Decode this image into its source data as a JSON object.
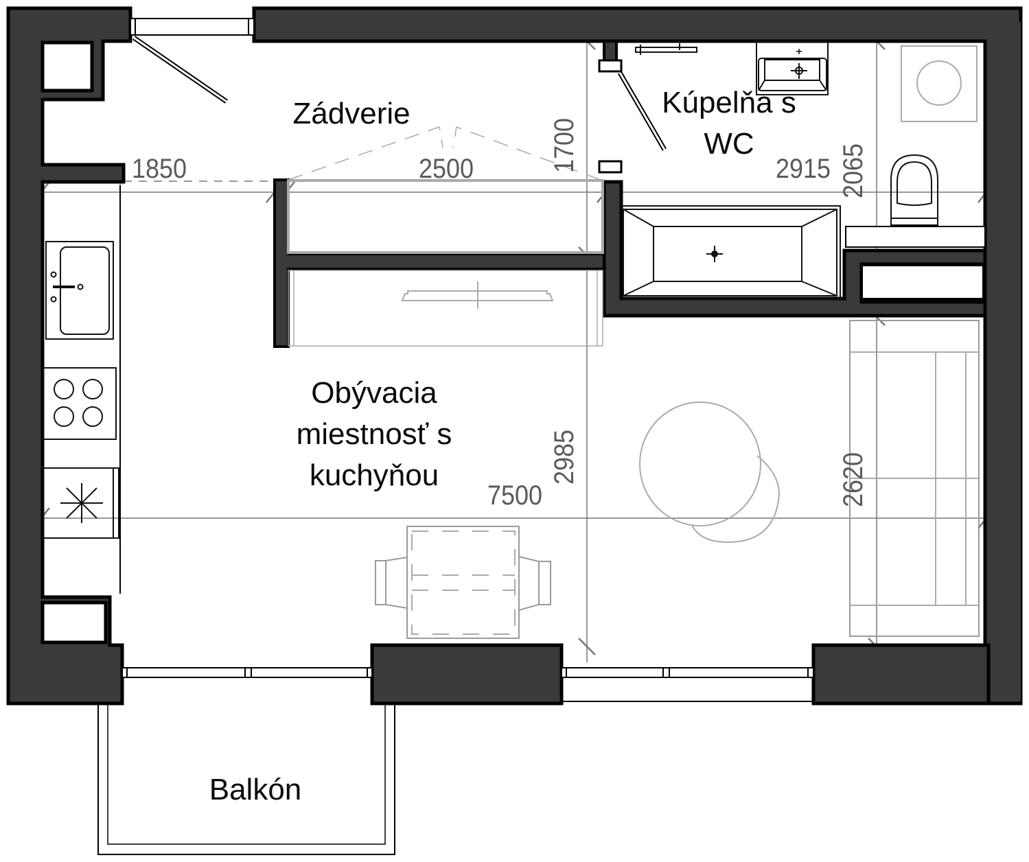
{
  "plan": {
    "rooms": [
      {
        "id": "entry",
        "label": "Zádverie"
      },
      {
        "id": "bathroom",
        "label_lines": [
          "Kúpelňa s",
          "WC"
        ]
      },
      {
        "id": "living",
        "label_lines": [
          "Obývacia",
          "miestnosť s",
          "kuchyňou"
        ]
      },
      {
        "id": "balcony",
        "label": "Balkón"
      }
    ],
    "dimensions": {
      "entry_width": "1850",
      "wardrobe_width": "2500",
      "entry_depth": "1700",
      "bath_width": "2915",
      "bath_depth": "2065",
      "living_width": "7500",
      "living_depth": "2985",
      "sofa_length": "2620"
    },
    "fixtures": [
      "kitchen-sink",
      "cooktop",
      "range-hood",
      "wardrobe",
      "bathtub",
      "washbasin",
      "toilet",
      "washing-machine",
      "towel-rail",
      "dining-table",
      "chairs",
      "round-rug",
      "sofa"
    ],
    "colors": {
      "wall_fill": "#3a3a3a",
      "wall_stroke": "#000000",
      "furniture": "#9a9a9a",
      "dimension": "#5a5a5a"
    }
  }
}
